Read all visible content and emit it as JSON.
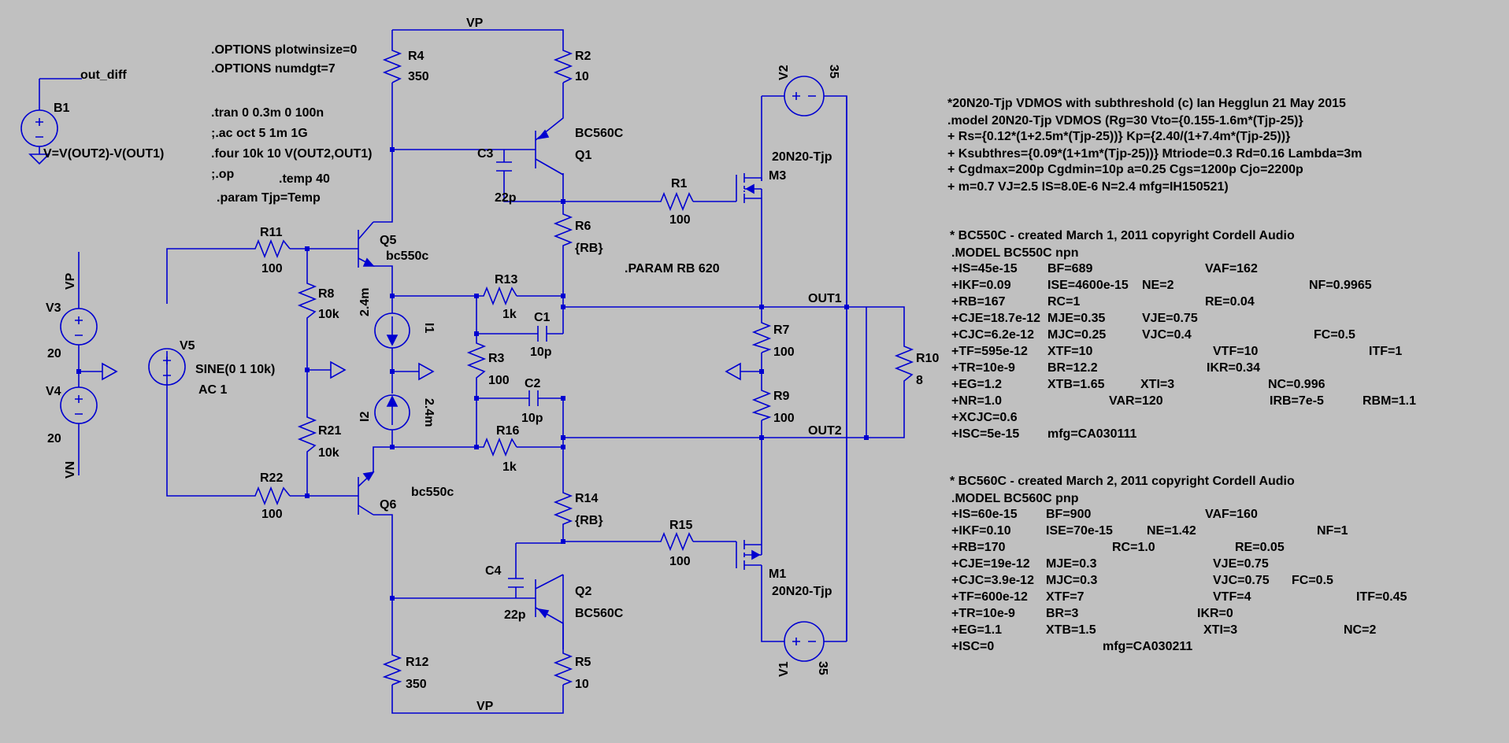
{
  "colors": {
    "background": "#c0c0c0",
    "wire": "#0000d0",
    "text": "#000000"
  },
  "directives": {
    "opt1": ".OPTIONS plotwinsize=0",
    "opt2": ".OPTIONS numdgt=7",
    "tran": ".tran 0 0.3m 0 100n",
    "ac": ";.ac oct 5 1m 1G",
    "four": ".four 10k 10 V(OUT2,OUT1)",
    "op": ";.op",
    "temp": ".temp 40",
    "param": ".param Tjp=Temp",
    "paramrb": ".PARAM RB 620"
  },
  "labels": {
    "vp_top": "VP",
    "vp_bottom": "VP",
    "vp_left": "VP",
    "vn_left": "VN",
    "out_diff": "out_diff",
    "b1": "B1",
    "b1_expr": "V=V(OUT2)-V(OUT1)",
    "out1": "OUT1",
    "out2": "OUT2"
  },
  "components": {
    "r4": {
      "name": "R4",
      "value": "350"
    },
    "r2": {
      "name": "R2",
      "value": "10"
    },
    "r6": {
      "name": "R6",
      "value": "{RB}"
    },
    "r1": {
      "name": "R1",
      "value": "100"
    },
    "r11": {
      "name": "R11",
      "value": "100"
    },
    "r8": {
      "name": "R8",
      "value": "10k"
    },
    "r13": {
      "name": "R13",
      "value": "1k"
    },
    "r3": {
      "name": "R3",
      "value": "100"
    },
    "r16": {
      "name": "R16",
      "value": "1k"
    },
    "r21": {
      "name": "R21",
      "value": "10k"
    },
    "r22": {
      "name": "R22",
      "value": "100"
    },
    "r14": {
      "name": "R14",
      "value": "{RB}"
    },
    "r15": {
      "name": "R15",
      "value": "100"
    },
    "r12": {
      "name": "R12",
      "value": "350"
    },
    "r5": {
      "name": "R5",
      "value": "10"
    },
    "r7": {
      "name": "R7",
      "value": "100"
    },
    "r9": {
      "name": "R9",
      "value": "100"
    },
    "r10": {
      "name": "R10",
      "value": "8"
    },
    "c3": {
      "name": "C3",
      "value": "22p"
    },
    "c1": {
      "name": "C1",
      "value": "10p"
    },
    "c2": {
      "name": "C2",
      "value": "10p"
    },
    "c4": {
      "name": "C4",
      "value": "22p"
    },
    "q1": {
      "name": "Q1",
      "model": "BC560C"
    },
    "q2": {
      "name": "Q2",
      "model": "BC560C"
    },
    "q5": {
      "name": "Q5",
      "model": "bc550c"
    },
    "q6": {
      "name": "Q6",
      "model": "bc550c"
    },
    "m3": {
      "name": "M3",
      "model": "20N20-Tjp"
    },
    "m1": {
      "name": "M1",
      "model": "20N20-Tjp"
    },
    "i1": {
      "name": "I1",
      "value": "2.4m"
    },
    "i2": {
      "name": "I2",
      "value": "2.4m"
    },
    "v2": {
      "name": "V2",
      "value": "35"
    },
    "v1": {
      "name": "V1",
      "value": "35"
    },
    "v3": {
      "name": "V3",
      "value": "20"
    },
    "v4": {
      "name": "V4",
      "value": "20"
    },
    "v5": {
      "name": "V5",
      "value": "SINE(0 1 10k)",
      "ac": "AC 1"
    }
  },
  "models": {
    "vdmos": [
      "*20N20-Tjp VDMOS with subthreshold (c) Ian Hegglun 21 May 2015",
      ".model 20N20-Tjp VDMOS (Rg=30 Vto={0.155-1.6m*(Tjp-25)}",
      "+ Rs={0.12*(1+2.5m*(Tjp-25))} Kp={2.40/(1+7.4m*(Tjp-25))}",
      "+ Ksubthres={0.09*(1+1m*(Tjp-25))} Mtriode=0.3  Rd=0.16 Lambda=3m",
      "+ Cgdmax=200p Cgdmin=10p a=0.25 Cgs=1200p Cjo=2200p",
      "+ m=0.7 VJ=2.5 IS=8.0E-6 N=2.4 mfg=IH150521)"
    ],
    "bc550_head": [
      "* BC550C - created March 1, 2011 copyright Cordell Audio",
      ".MODEL BC550C npn"
    ],
    "bc550_rows": [
      [
        "+IS=45e-15",
        "BF=689",
        "",
        "VAF=162",
        "",
        ""
      ],
      [
        "+IKF=0.09",
        "ISE=4600e-15",
        "NE=2",
        "",
        "NF=0.9965",
        ""
      ],
      [
        "+RB=167",
        "RC=1",
        "",
        "RE=0.04",
        "",
        ""
      ],
      [
        "+CJE=18.7e-12",
        "MJE=0.35",
        "VJE=0.75",
        "",
        "",
        ""
      ],
      [
        "+CJC=6.2e-12",
        "MJC=0.25",
        "VJC=0.4",
        "",
        "FC=0.5",
        ""
      ],
      [
        "+TF=595e-12",
        "XTF=10",
        "",
        "VTF=10",
        "",
        "ITF=1"
      ],
      [
        "+TR=10e-9",
        "BR=12.2",
        "",
        "IKR=0.34",
        "",
        ""
      ],
      [
        "+EG=1.2",
        "XTB=1.65",
        "XTI=3",
        "",
        "NC=0.996",
        ""
      ],
      [
        "+NR=1.0",
        "",
        "VAR=120",
        "",
        "IRB=7e-5",
        "RBM=1.1"
      ],
      [
        "+XCJC=0.6",
        "",
        "",
        "",
        "",
        ""
      ],
      [
        "+ISC=5e-15",
        "mfg=CA030111",
        "",
        "",
        "",
        ""
      ]
    ],
    "bc560_head": [
      "* BC560C - created March 2, 2011 copyright Cordell Audio",
      ".MODEL BC560C pnp"
    ],
    "bc560_rows": [
      [
        "+IS=60e-15",
        "BF=900",
        "",
        "VAF=160",
        "",
        ""
      ],
      [
        "+IKF=0.10",
        "ISE=70e-15",
        "NE=1.42",
        "",
        "NF=1",
        ""
      ],
      [
        "+RB=170",
        "",
        "RC=1.0",
        "RE=0.05",
        "",
        ""
      ],
      [
        "+CJE=19e-12",
        "MJE=0.3",
        "",
        "VJE=0.75",
        "",
        ""
      ],
      [
        "+CJC=3.9e-12",
        "MJC=0.3",
        "",
        "VJC=0.75",
        "FC=0.5",
        ""
      ],
      [
        "+TF=600e-12",
        "XTF=7",
        "",
        "VTF=4",
        "",
        "ITF=0.45"
      ],
      [
        "+TR=10e-9",
        "BR=3",
        "",
        "IKR=0",
        "",
        ""
      ],
      [
        "+EG=1.1",
        "XTB=1.5",
        "",
        "XTI=3",
        "NC=2",
        ""
      ],
      [
        "+ISC=0",
        "",
        "mfg=CA030211",
        "",
        "",
        ""
      ]
    ]
  }
}
